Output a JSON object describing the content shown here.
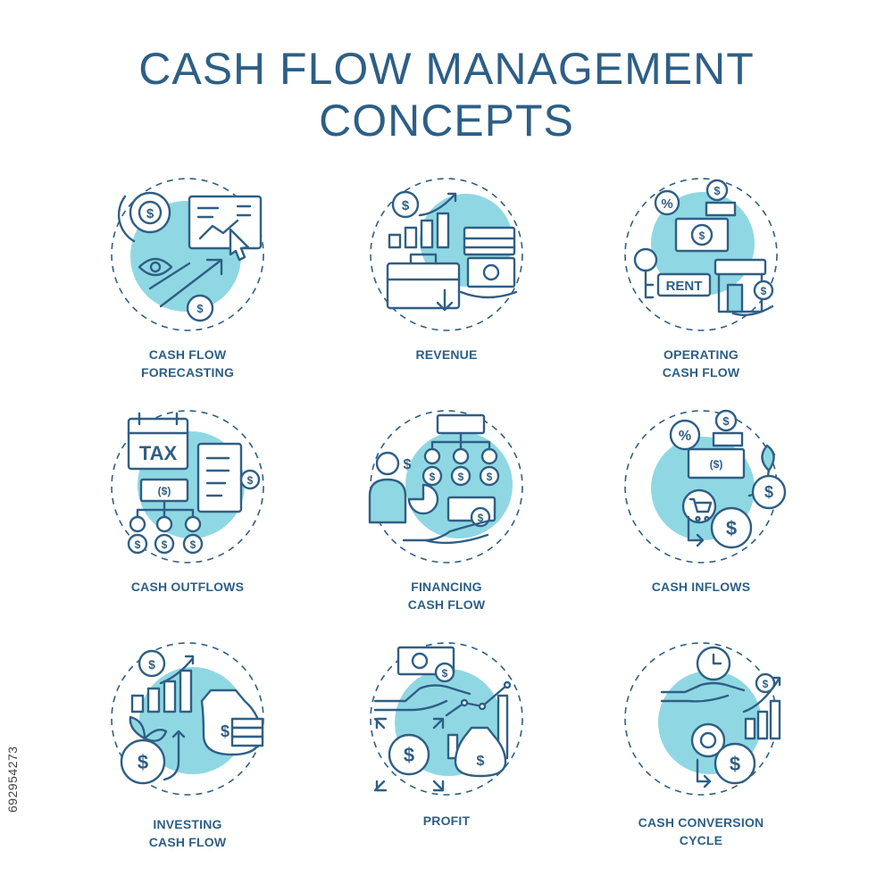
{
  "title": {
    "line1": "CASH FLOW MANAGEMENT",
    "line2": "CONCEPTS"
  },
  "accent_color": "#8fd8e3",
  "line_color": "#2f5f85",
  "stock_id": "692954273",
  "icons": [
    {
      "key": "forecasting",
      "label_line1": "CASH FLOW",
      "label_line2": "FORECASTING",
      "icon": "cash-flow-forecasting-icon"
    },
    {
      "key": "revenue",
      "label_line1": "REVENUE",
      "label_line2": "",
      "icon": "revenue-icon"
    },
    {
      "key": "operating",
      "label_line1": "OPERATING",
      "label_line2": "CASH FLOW",
      "icon": "operating-cash-flow-icon",
      "sign": "RENT"
    },
    {
      "key": "outflows",
      "label_line1": "CASH OUTFLOWS",
      "label_line2": "",
      "icon": "cash-outflows-icon",
      "sign": "TAX"
    },
    {
      "key": "financing",
      "label_line1": "FINANCING",
      "label_line2": "CASH FLOW",
      "icon": "financing-cash-flow-icon"
    },
    {
      "key": "inflows",
      "label_line1": "CASH INFLOWS",
      "label_line2": "",
      "icon": "cash-inflows-icon"
    },
    {
      "key": "investing",
      "label_line1": "INVESTING",
      "label_line2": "CASH FLOW",
      "icon": "investing-cash-flow-icon"
    },
    {
      "key": "profit",
      "label_line1": "PROFIT",
      "label_line2": "",
      "icon": "profit-icon"
    },
    {
      "key": "conversion",
      "label_line1": "CASH CONVERSION",
      "label_line2": "CYCLE",
      "icon": "cash-conversion-cycle-icon"
    }
  ]
}
